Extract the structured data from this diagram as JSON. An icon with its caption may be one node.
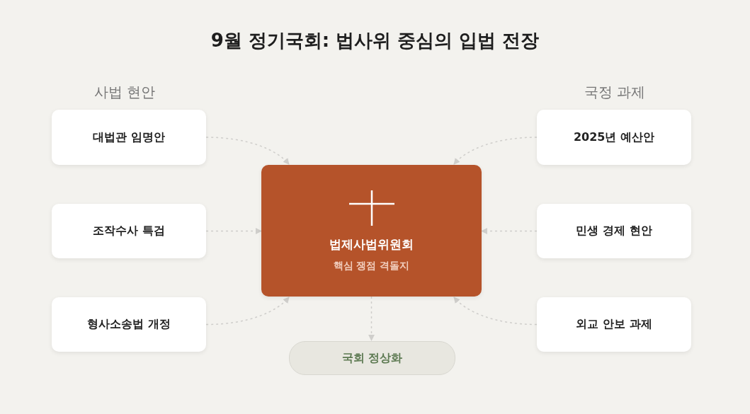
{
  "diagram": {
    "title": "9월 정기국회: 법사위 중심의 입법 전장",
    "nodes": [
      {
        "text": [
          "대법관 임명안"
        ]
      },
      {
        "text": [
          "조작수사 특검"
        ]
      },
      {
        "text": [
          "형사소송법 개정"
        ]
      },
      {
        "text": [
          "법제사법위원회",
          "핵심 쟁점 격돌지"
        ]
      },
      {
        "text": [
          "2025년 예산안"
        ]
      },
      {
        "text": [
          "민생 경제 현안"
        ]
      },
      {
        "text": [
          "외교 안보 과제"
        ]
      },
      {
        "text": [
          "국회 정상화"
        ]
      }
    ],
    "edges": [
      {
        "from": 0,
        "to": 3,
        "arrow": "to",
        "style": "dashed"
      },
      {
        "from": 1,
        "to": 3,
        "arrow": "to",
        "style": "dashed"
      },
      {
        "from": 2,
        "to": 3,
        "arrow": "to",
        "style": "dashed"
      },
      {
        "from": 4,
        "to": 3,
        "arrow": "to",
        "style": "dashed"
      },
      {
        "from": 5,
        "to": 3,
        "arrow": "to",
        "style": "dashed"
      },
      {
        "from": 6,
        "to": 3,
        "arrow": "to",
        "style": "dashed"
      },
      {
        "from": 3,
        "to": 7,
        "arrow": "to",
        "style": "dashed"
      }
    ],
    "labels": [
      "사법 현안",
      "국정 과제"
    ]
  }
}
